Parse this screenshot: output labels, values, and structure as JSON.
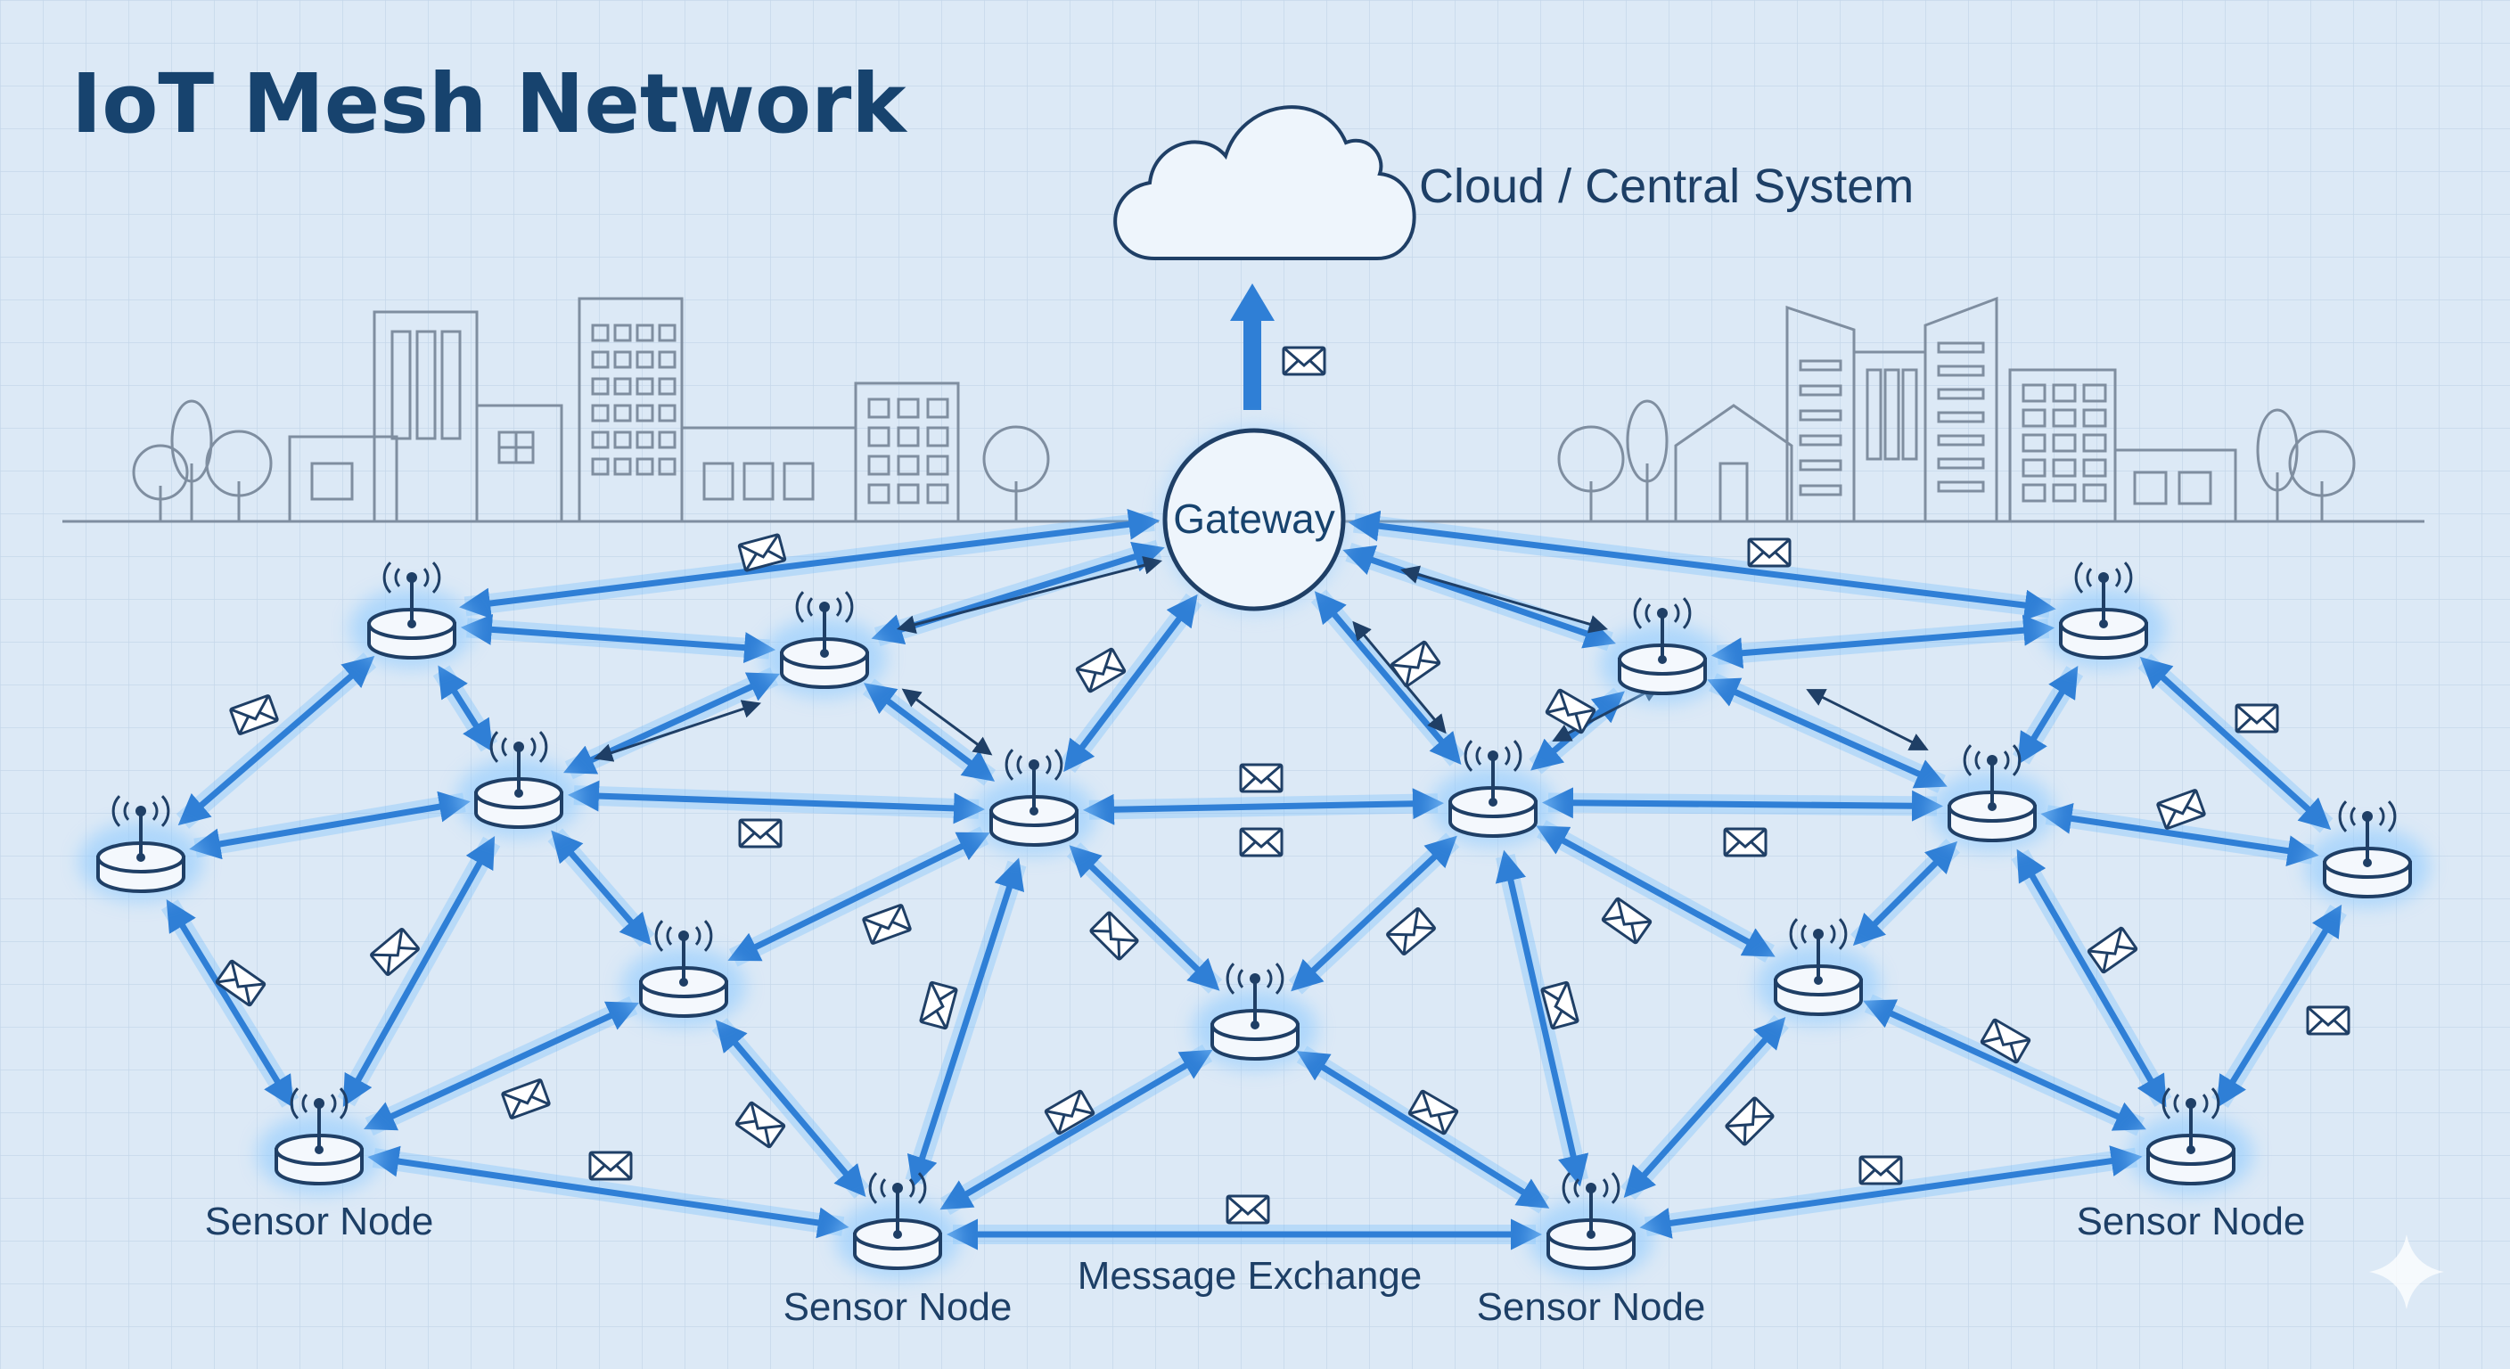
{
  "title": "IoT Mesh Network",
  "cloud_label": "Cloud / Central System",
  "gateway_label": "Gateway",
  "message_label": "Message Exchange",
  "sensor_labels": [
    "Sensor Node",
    "Sensor Node",
    "Sensor Node",
    "Sensor Node"
  ],
  "colors": {
    "background": "#dce9f6",
    "grid": "#c5d7ea",
    "link": "#2f7fd6",
    "glow": "#5fb4ff",
    "ink": "#1f3f66",
    "building": "#7f8ea0"
  },
  "icons": [
    "cloud-icon",
    "antenna-icon",
    "envelope-icon",
    "building-icon",
    "tree-icon",
    "house-icon",
    "sparkle-icon"
  ]
}
